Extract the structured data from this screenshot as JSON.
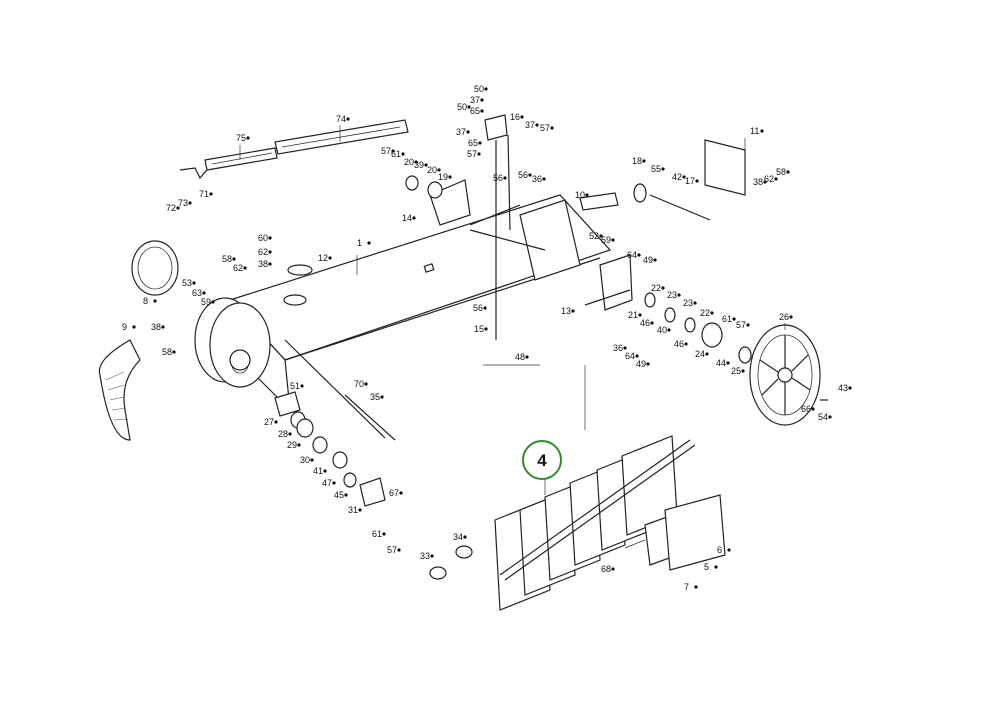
{
  "diagram": {
    "highlight": {
      "label": "4",
      "color": "#2e8b2e"
    },
    "part_labels": [
      {
        "id": "p50a",
        "text": "50"
      },
      {
        "id": "p37a",
        "text": "37"
      },
      {
        "id": "p50b",
        "text": "50"
      },
      {
        "id": "p65a",
        "text": "65"
      },
      {
        "id": "p16",
        "text": "16"
      },
      {
        "id": "p37b",
        "text": "37"
      },
      {
        "id": "p57a",
        "text": "57"
      },
      {
        "id": "p37c",
        "text": "37"
      },
      {
        "id": "p65b",
        "text": "65"
      },
      {
        "id": "p57b",
        "text": "57"
      },
      {
        "id": "p74",
        "text": "74"
      },
      {
        "id": "p75",
        "text": "75"
      },
      {
        "id": "p57c",
        "text": "57"
      },
      {
        "id": "p61a",
        "text": "61"
      },
      {
        "id": "p20a",
        "text": "20"
      },
      {
        "id": "p39",
        "text": "39"
      },
      {
        "id": "p20b",
        "text": "20"
      },
      {
        "id": "p19",
        "text": "19"
      },
      {
        "id": "p11",
        "text": "11"
      },
      {
        "id": "p18",
        "text": "18"
      },
      {
        "id": "p55",
        "text": "55"
      },
      {
        "id": "p42",
        "text": "42"
      },
      {
        "id": "p17",
        "text": "17"
      },
      {
        "id": "p38a",
        "text": "38"
      },
      {
        "id": "p62a",
        "text": "62"
      },
      {
        "id": "p58a",
        "text": "58"
      },
      {
        "id": "p56a",
        "text": "56"
      },
      {
        "id": "p56b",
        "text": "56"
      },
      {
        "id": "p36a",
        "text": "36"
      },
      {
        "id": "p10",
        "text": "10"
      },
      {
        "id": "p72",
        "text": "72"
      },
      {
        "id": "p73",
        "text": "73"
      },
      {
        "id": "p71",
        "text": "71"
      },
      {
        "id": "p14",
        "text": "14"
      },
      {
        "id": "p52",
        "text": "52"
      },
      {
        "id": "p59a",
        "text": "59"
      },
      {
        "id": "p60",
        "text": "60"
      },
      {
        "id": "p62b",
        "text": "62"
      },
      {
        "id": "p38b",
        "text": "38"
      },
      {
        "id": "p12",
        "text": "12"
      },
      {
        "id": "p1",
        "text": "1"
      },
      {
        "id": "p58b",
        "text": "58"
      },
      {
        "id": "p62c",
        "text": "62"
      },
      {
        "id": "p64a",
        "text": "64"
      },
      {
        "id": "p49a",
        "text": "49"
      },
      {
        "id": "p53",
        "text": "53"
      },
      {
        "id": "p63",
        "text": "63"
      },
      {
        "id": "p59b",
        "text": "59"
      },
      {
        "id": "p8",
        "text": "8"
      },
      {
        "id": "p56c",
        "text": "56"
      },
      {
        "id": "p13",
        "text": "13"
      },
      {
        "id": "p22a",
        "text": "22"
      },
      {
        "id": "p23a",
        "text": "23"
      },
      {
        "id": "p21",
        "text": "21"
      },
      {
        "id": "p46a",
        "text": "46"
      },
      {
        "id": "p40",
        "text": "40"
      },
      {
        "id": "p23b",
        "text": "23"
      },
      {
        "id": "p22b",
        "text": "22"
      },
      {
        "id": "p61b",
        "text": "61"
      },
      {
        "id": "p57d",
        "text": "57"
      },
      {
        "id": "p26",
        "text": "26"
      },
      {
        "id": "p9",
        "text": "9"
      },
      {
        "id": "p38c",
        "text": "38"
      },
      {
        "id": "p58c",
        "text": "58"
      },
      {
        "id": "p15",
        "text": "15"
      },
      {
        "id": "p46b",
        "text": "46"
      },
      {
        "id": "p36b",
        "text": "36"
      },
      {
        "id": "p64b",
        "text": "64"
      },
      {
        "id": "p48",
        "text": "48"
      },
      {
        "id": "p49b",
        "text": "49"
      },
      {
        "id": "p24",
        "text": "24"
      },
      {
        "id": "p44",
        "text": "44"
      },
      {
        "id": "p25",
        "text": "25"
      },
      {
        "id": "p51",
        "text": "51"
      },
      {
        "id": "p70",
        "text": "70"
      },
      {
        "id": "p35",
        "text": "35"
      },
      {
        "id": "p43",
        "text": "43"
      },
      {
        "id": "p66",
        "text": "66"
      },
      {
        "id": "p54",
        "text": "54"
      },
      {
        "id": "p27",
        "text": "27"
      },
      {
        "id": "p28",
        "text": "28"
      },
      {
        "id": "p29",
        "text": "29"
      },
      {
        "id": "p30",
        "text": "30"
      },
      {
        "id": "p41",
        "text": "41"
      },
      {
        "id": "p47",
        "text": "47"
      },
      {
        "id": "p45",
        "text": "45"
      },
      {
        "id": "p31",
        "text": "31"
      },
      {
        "id": "p67",
        "text": "67"
      },
      {
        "id": "p61c",
        "text": "61"
      },
      {
        "id": "p57e",
        "text": "57"
      },
      {
        "id": "p34",
        "text": "34"
      },
      {
        "id": "p33",
        "text": "33"
      },
      {
        "id": "p68",
        "text": "68"
      },
      {
        "id": "p7",
        "text": "7"
      },
      {
        "id": "p5",
        "text": "5"
      },
      {
        "id": "p6",
        "text": "6"
      }
    ]
  }
}
